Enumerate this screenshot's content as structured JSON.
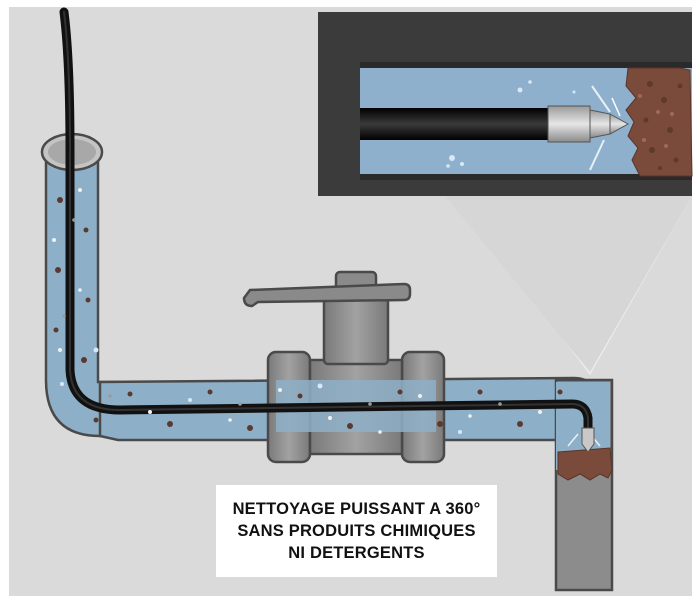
{
  "caption": {
    "line1": "NETTOYAGE PUISSANT A 360°",
    "line2": "SANS PRODUITS CHIMIQUES",
    "line3": "NI DETERGENTS"
  },
  "colors": {
    "background": "#dddddd",
    "pipe_water": "#8eafc8",
    "pipe_outline": "#4a4a4a",
    "valve": "#8a8a8a",
    "hose": "#1a1a1a",
    "clog": "#7a4a3a",
    "zoom_panel_frame": "#3a3a3a"
  },
  "icons": {
    "valve": "valve-icon",
    "nozzle": "nozzle-icon",
    "clog": "clog-icon"
  }
}
